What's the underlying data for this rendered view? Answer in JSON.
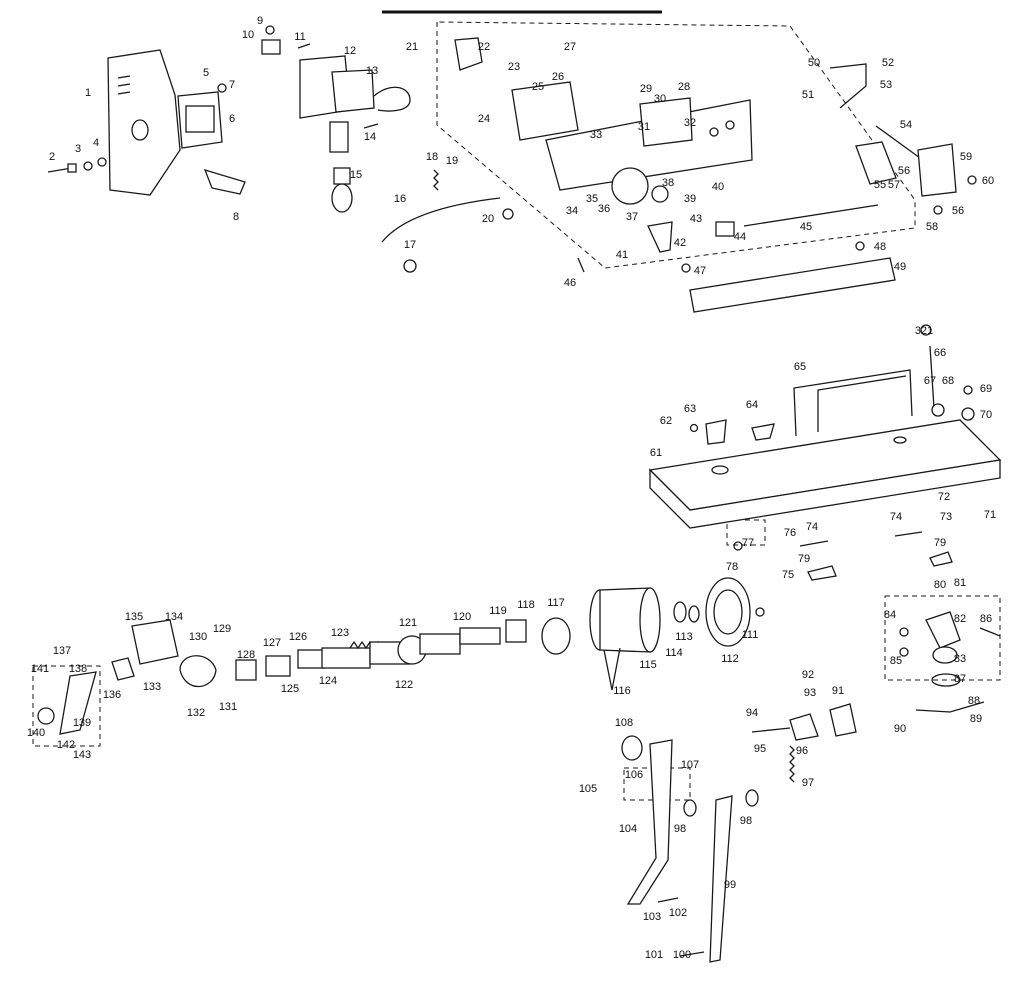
{
  "diagram": {
    "labels": [
      "1",
      "2",
      "3",
      "4",
      "5",
      "6",
      "7",
      "8",
      "9",
      "10",
      "11",
      "12",
      "13",
      "14",
      "15",
      "16",
      "17",
      "18",
      "19",
      "20",
      "21",
      "22",
      "23",
      "24",
      "25",
      "26",
      "27",
      "28",
      "29",
      "30",
      "31",
      "32",
      "33",
      "34",
      "35",
      "36",
      "37",
      "38",
      "39",
      "40",
      "41",
      "42",
      "43",
      "44",
      "45",
      "46",
      "47",
      "48",
      "49",
      "50",
      "51",
      "52",
      "53",
      "54",
      "55",
      "56",
      "56",
      "57",
      "58",
      "59",
      "60",
      "61",
      "62",
      "63",
      "64",
      "65",
      "66",
      "67",
      "68",
      "69",
      "70",
      "71",
      "72",
      "73",
      "74",
      "74",
      "75",
      "76",
      "77",
      "78",
      "79",
      "79",
      "80",
      "81",
      "82",
      "83",
      "84",
      "85",
      "86",
      "87",
      "88",
      "89",
      "90",
      "91",
      "92",
      "93",
      "94",
      "95",
      "96",
      "97",
      "98",
      "98",
      "99",
      "100",
      "101",
      "102",
      "103",
      "104",
      "105",
      "106",
      "107",
      "108",
      "111",
      "112",
      "113",
      "114",
      "115",
      "116",
      "117",
      "118",
      "119",
      "120",
      "121",
      "122",
      "123",
      "124",
      "125",
      "126",
      "127",
      "128",
      "129",
      "130",
      "131",
      "132",
      "133",
      "134",
      "135",
      "136",
      "137",
      "138",
      "139",
      "140",
      "141",
      "142",
      "143",
      "321"
    ]
  }
}
